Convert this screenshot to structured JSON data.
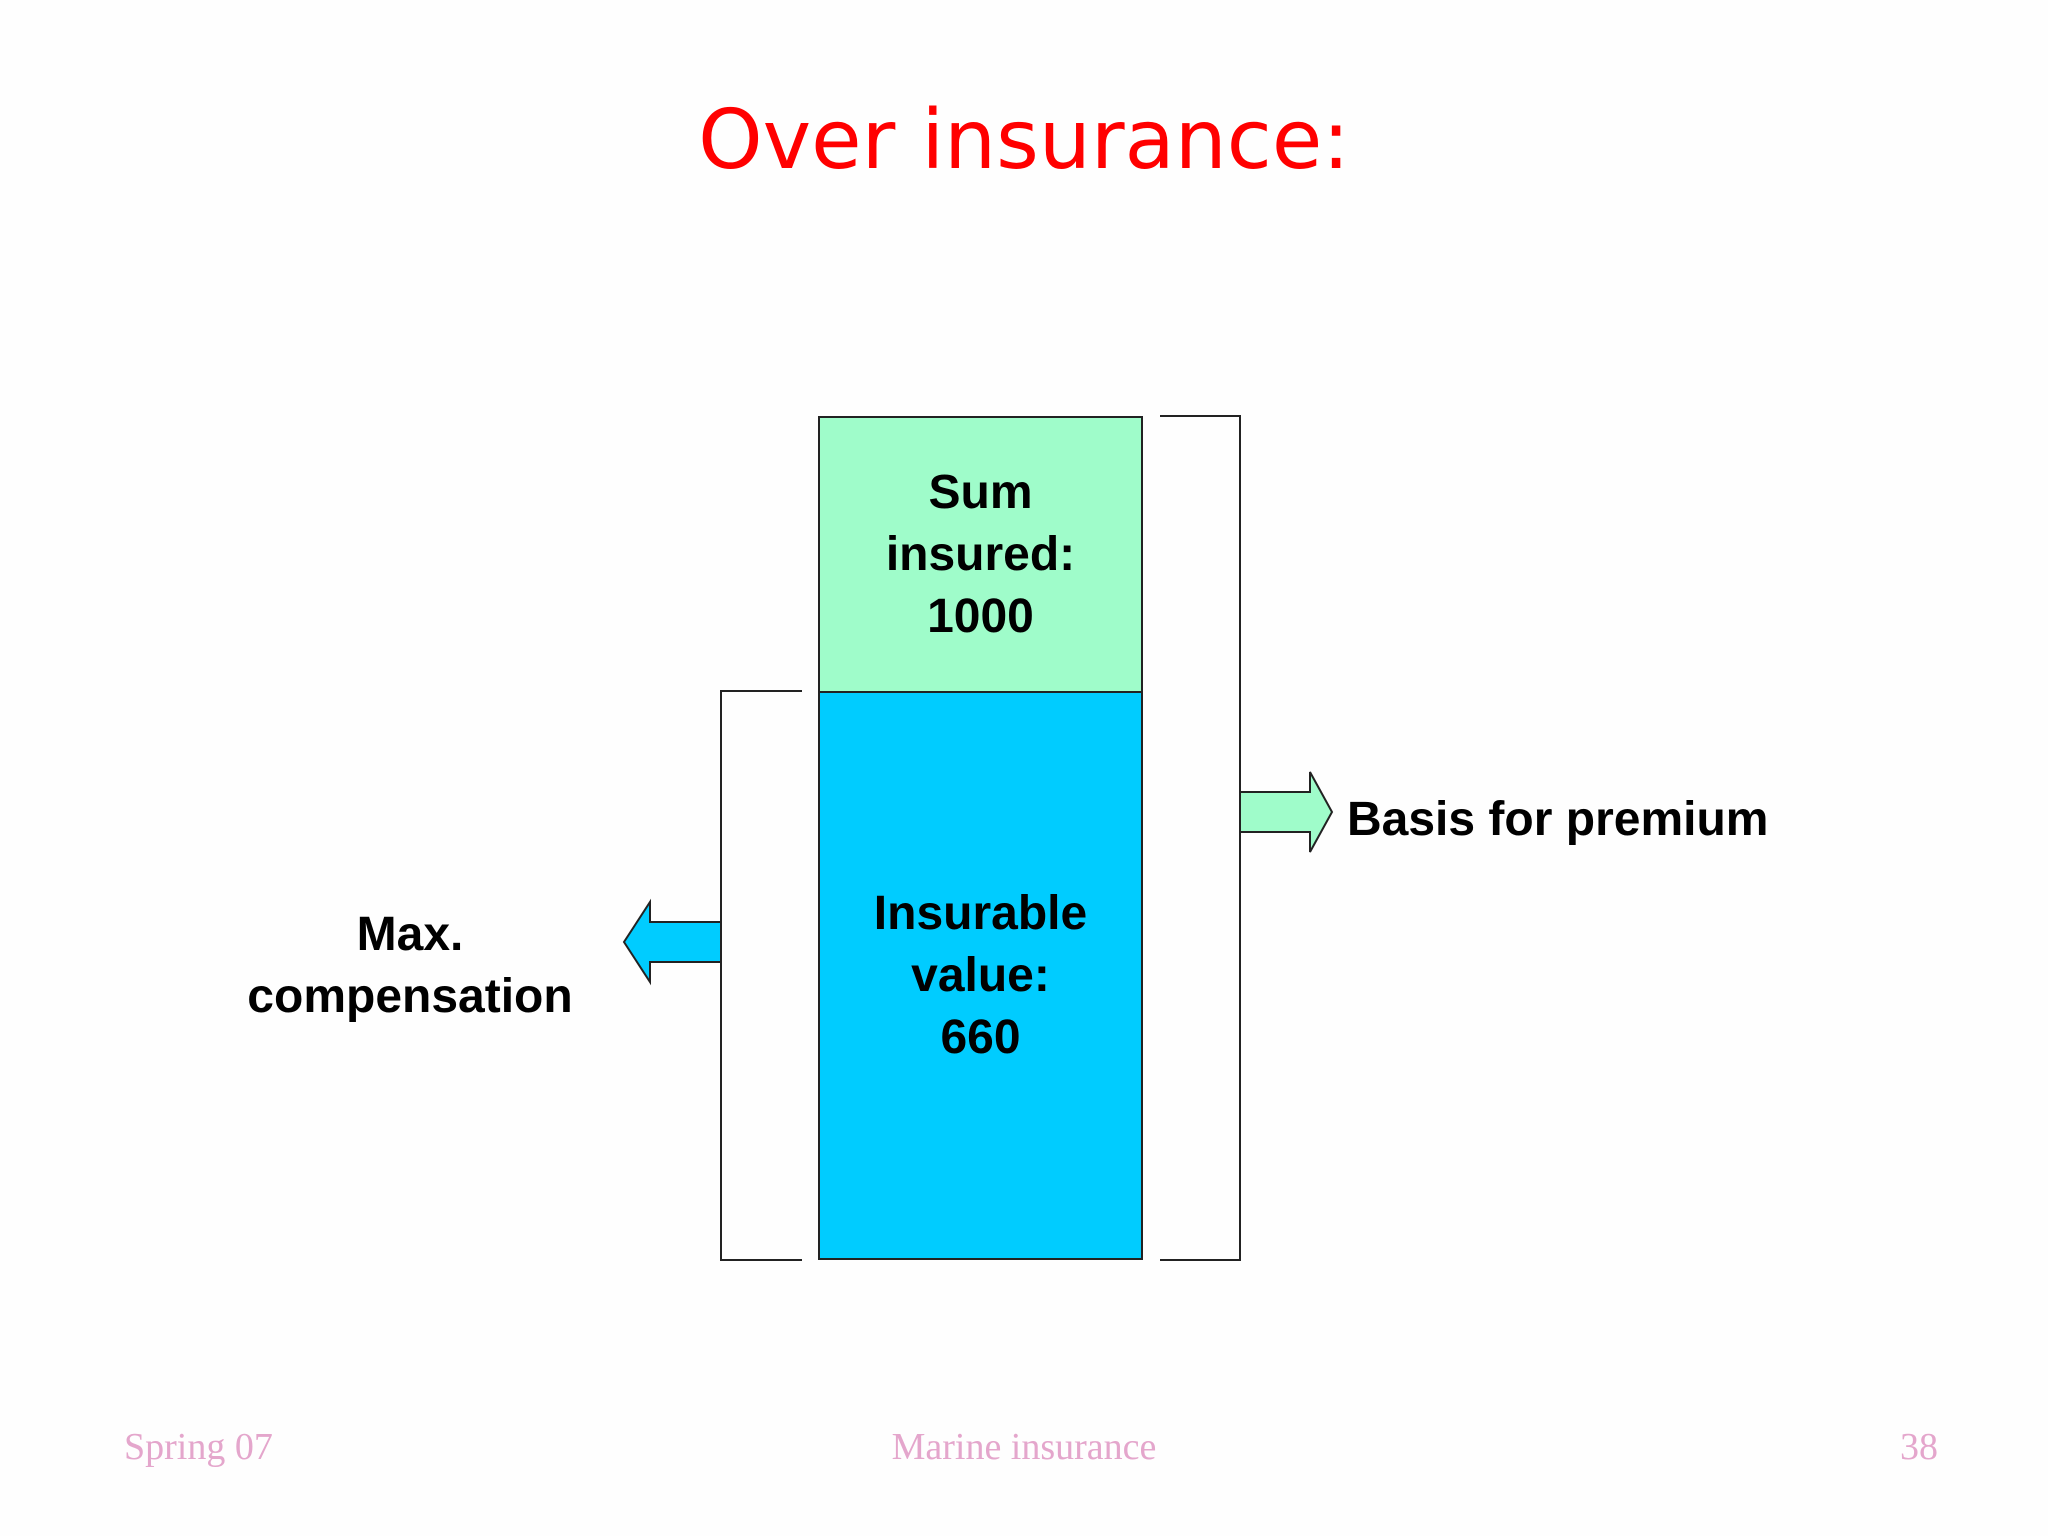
{
  "slide": {
    "title": "Over insurance:",
    "sum_insured_label": "Sum\ninsured:\n1000",
    "insurable_value_label": "Insurable\nvalue:\n660",
    "premium_label": "Basis for premium",
    "max_compensation_label": "Max.\ncompensation"
  },
  "footer": {
    "left": "Spring 07",
    "center": "Marine insurance",
    "right": "38"
  },
  "colors": {
    "title": "#ff0000",
    "sum_box": "#9ffcca",
    "value_box": "#00ccff",
    "premium_arrow": "#9ffcca",
    "compensation_arrow": "#00ccff",
    "footer": "#e4a6cc"
  },
  "values": {
    "sum_insured": 1000,
    "insurable_value": 660
  }
}
